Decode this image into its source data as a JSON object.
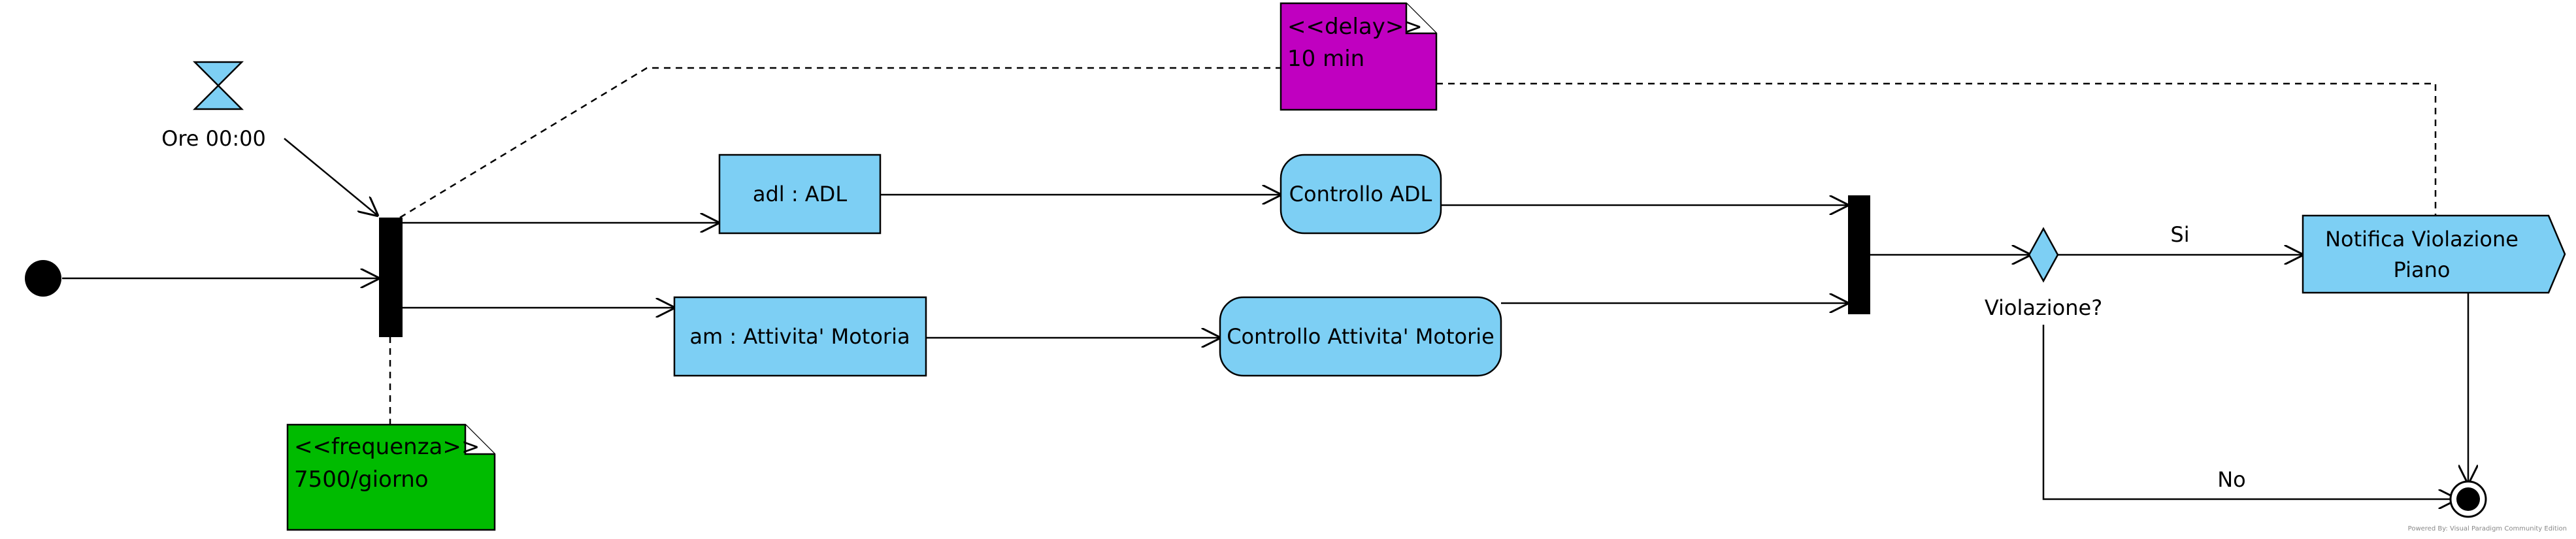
{
  "colors": {
    "action_fill": "#7dcff4",
    "stroke": "#000000",
    "note_delay": "#c000c0",
    "note_frequency": "#00bb00"
  },
  "timer": {
    "label": "Ore 00:00",
    "icon": "hourglass-icon"
  },
  "notes": {
    "delay": {
      "stereotype": "<<delay>>",
      "value": "10 min"
    },
    "frequency": {
      "stereotype": "<<frequenza>>",
      "value": "7500/giorno"
    }
  },
  "objects": {
    "adl": "adl : ADL",
    "am": "am : Attivita' Motoria"
  },
  "actions": {
    "controllo_adl": "Controllo ADL",
    "controllo_am": "Controllo Attivita' Motorie"
  },
  "signal": {
    "line1": "Notifica Violazione",
    "line2": "Piano"
  },
  "decision": {
    "label": "Violazione?",
    "yes": "Si",
    "no": "No"
  },
  "footer": "Powered By: Visual Paradigm Community Edition"
}
